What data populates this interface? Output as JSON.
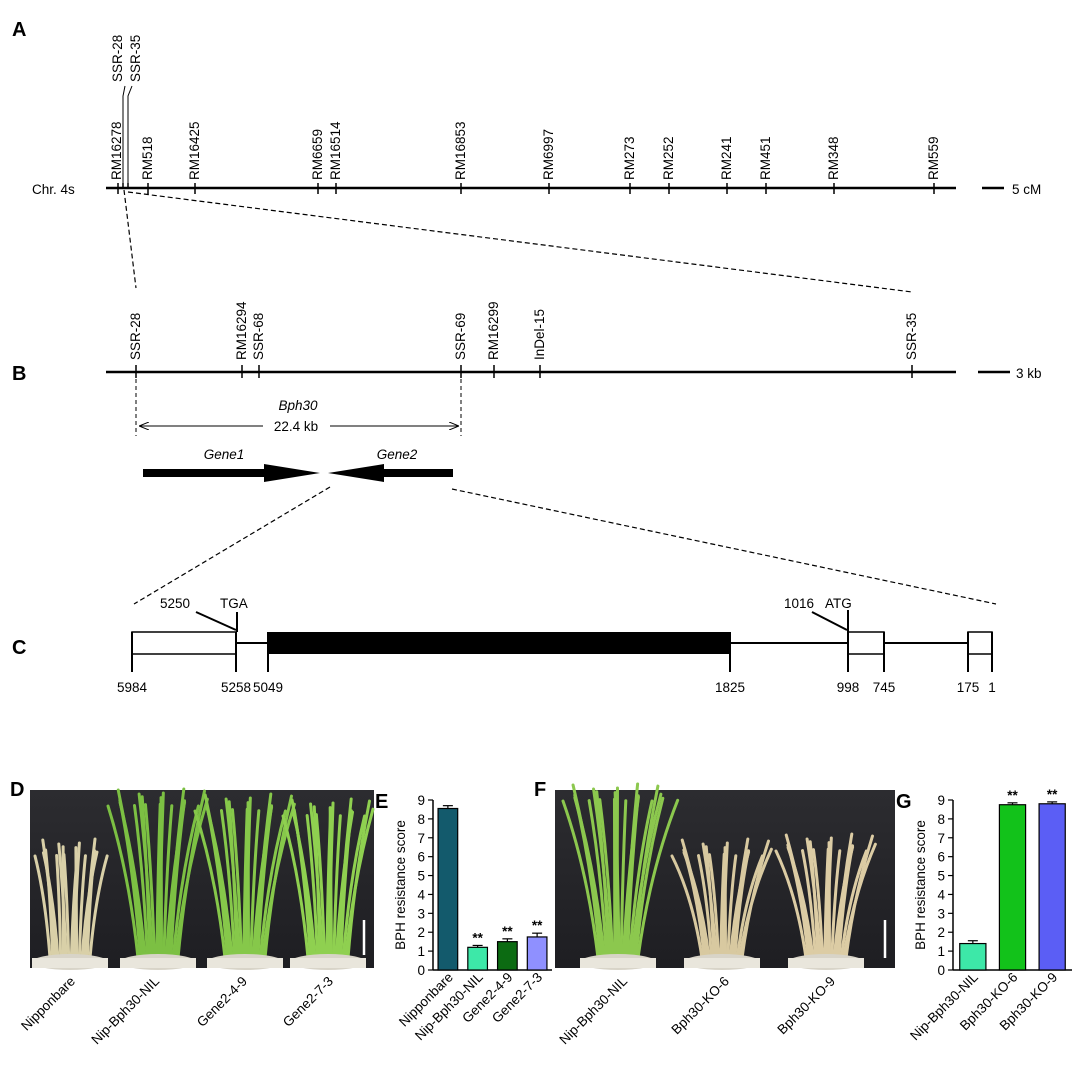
{
  "panels": {
    "A": "A",
    "B": "B",
    "C": "C",
    "D": "D",
    "E": "E",
    "F": "F",
    "G": "G"
  },
  "mapA": {
    "chr_label": "Chr. 4s",
    "scale_label": "5 cM",
    "markers": [
      "RM16278",
      "SSR-28",
      "SSR-35",
      "RM518",
      "RM16425",
      "RM6659",
      "RM16514",
      "RM16853",
      "RM6997",
      "RM273",
      "RM252",
      "RM241",
      "RM451",
      "RM348",
      "RM559"
    ]
  },
  "mapB": {
    "scale_label": "3 kb",
    "markers": [
      "SSR-28",
      "RM16294",
      "SSR-68",
      "SSR-69",
      "RM16299",
      "InDel-15",
      "SSR-35"
    ],
    "region_name": "Bph30",
    "region_size": "22.4 kb",
    "genes": [
      "Gene1",
      "Gene2"
    ]
  },
  "geneC": {
    "stop_pos": "5250",
    "stop_codon": "TGA",
    "start_pos": "1016",
    "start_codon": "ATG",
    "coords": [
      "5984",
      "5258",
      "5049",
      "1825",
      "998",
      "745",
      "175",
      "1"
    ]
  },
  "photoD": {
    "labels": [
      "Nipponbare",
      "Nip-Bph30-NIL",
      "Gene2-4-9",
      "Gene2-7-3"
    ]
  },
  "photoF": {
    "labels": [
      "Nip-Bph30-NIL",
      "Bph30-KO-6",
      "Bph30-KO-9"
    ]
  },
  "chart_data": [
    {
      "type": "bar",
      "panel": "E",
      "categories": [
        "Nipponbare",
        "Nip-Bph30-NIL",
        "Gene2-4-9",
        "Gene2-7-3"
      ],
      "values": [
        8.55,
        1.2,
        1.5,
        1.75
      ],
      "errors": [
        0.15,
        0.1,
        0.15,
        0.2
      ],
      "significance": [
        "",
        "**",
        "**",
        "**"
      ],
      "colors": [
        "#135a6c",
        "#3de8a8",
        "#0c6b12",
        "#8f90ff"
      ],
      "ylabel": "BPH resistance score",
      "ylim": [
        0,
        9
      ],
      "yticks": [
        0,
        1,
        2,
        3,
        4,
        5,
        6,
        7,
        8,
        9
      ]
    },
    {
      "type": "bar",
      "panel": "G",
      "categories": [
        "Nip-Bph30-NIL",
        "Bph30-KO-6",
        "Bph30-KO-9"
      ],
      "values": [
        1.4,
        8.75,
        8.8
      ],
      "errors": [
        0.15,
        0.1,
        0.1
      ],
      "significance": [
        "",
        "**",
        "**"
      ],
      "colors": [
        "#3de8a8",
        "#12c21a",
        "#5b5ef5"
      ],
      "ylabel": "BPH resistance score",
      "ylim": [
        0,
        9
      ],
      "yticks": [
        0,
        1,
        2,
        3,
        4,
        5,
        6,
        7,
        8,
        9
      ]
    }
  ]
}
